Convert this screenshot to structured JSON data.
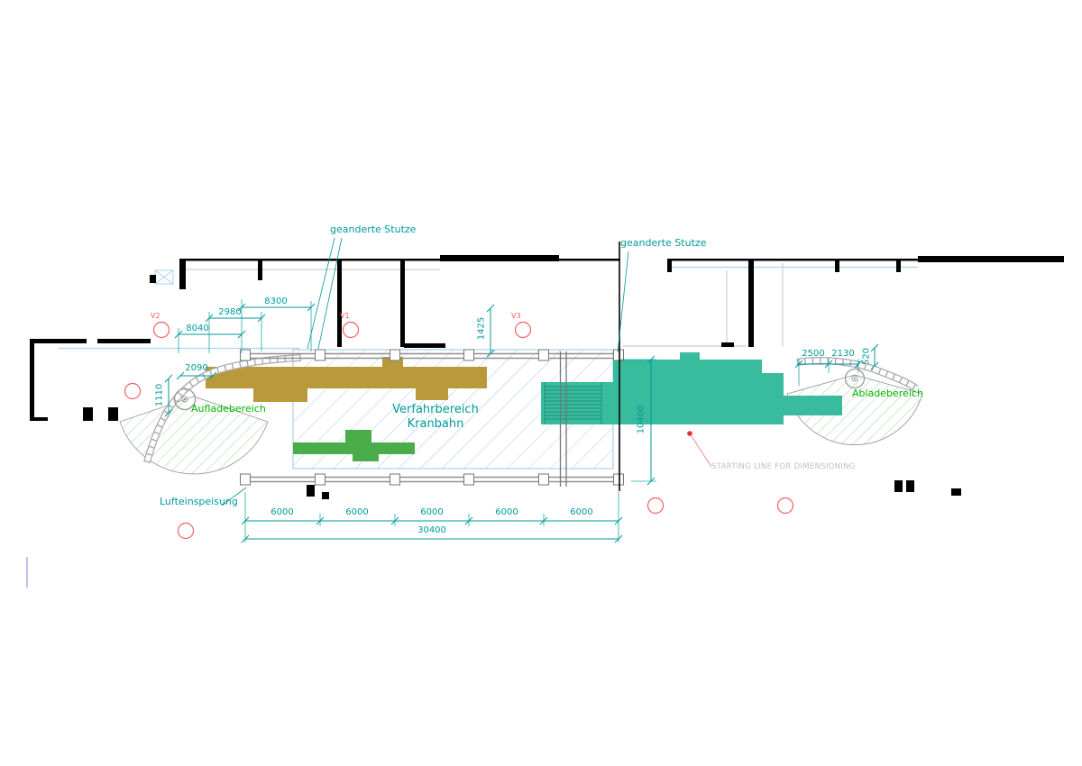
{
  "drawing": {
    "labels": {
      "geanderte_stutze_left": "geanderte Stutze",
      "geanderte_stutze_right": "geanderte Stutze",
      "verfahrbereich_line1": "Verfahrbereich",
      "verfahrbereich_line2": "Kranbahn",
      "aufladebereich": "Aufladebereich",
      "abladebereich": "Abladebereich",
      "lufteinspeisung": "Lufteinspeisung",
      "starting_line": "STARTING LINE FOR DIMENSIONING"
    },
    "revision_markers": {
      "v2": "V2",
      "v1": "V1",
      "v3": "V3"
    },
    "dimensions": {
      "top_8300": "8300",
      "top_2980": "2980",
      "top_8040": "8040",
      "left_2090": "2090",
      "left_1110": "1110",
      "mid_1425": "1425",
      "right_10400": "10400",
      "right_2500": "2500",
      "right_2130": "2130",
      "right_520": "520",
      "bottom_total": "30400",
      "bays": [
        "6000",
        "6000",
        "6000",
        "6000",
        "6000"
      ]
    },
    "colors": {
      "dimension_teal": "#009a9a",
      "label_green": "#00b400",
      "marker_red": "#f05a5a",
      "shape_olive": "#b9993a",
      "shape_green": "#4aad4a",
      "shape_teal": "#38bc9d",
      "hatch_blue": "#a5cbe8",
      "hatch_green": "#86c986",
      "rail_gray": "#8f8f8f",
      "wall_black": "#000000",
      "starting_line_gray": "#c0c0c0"
    }
  }
}
